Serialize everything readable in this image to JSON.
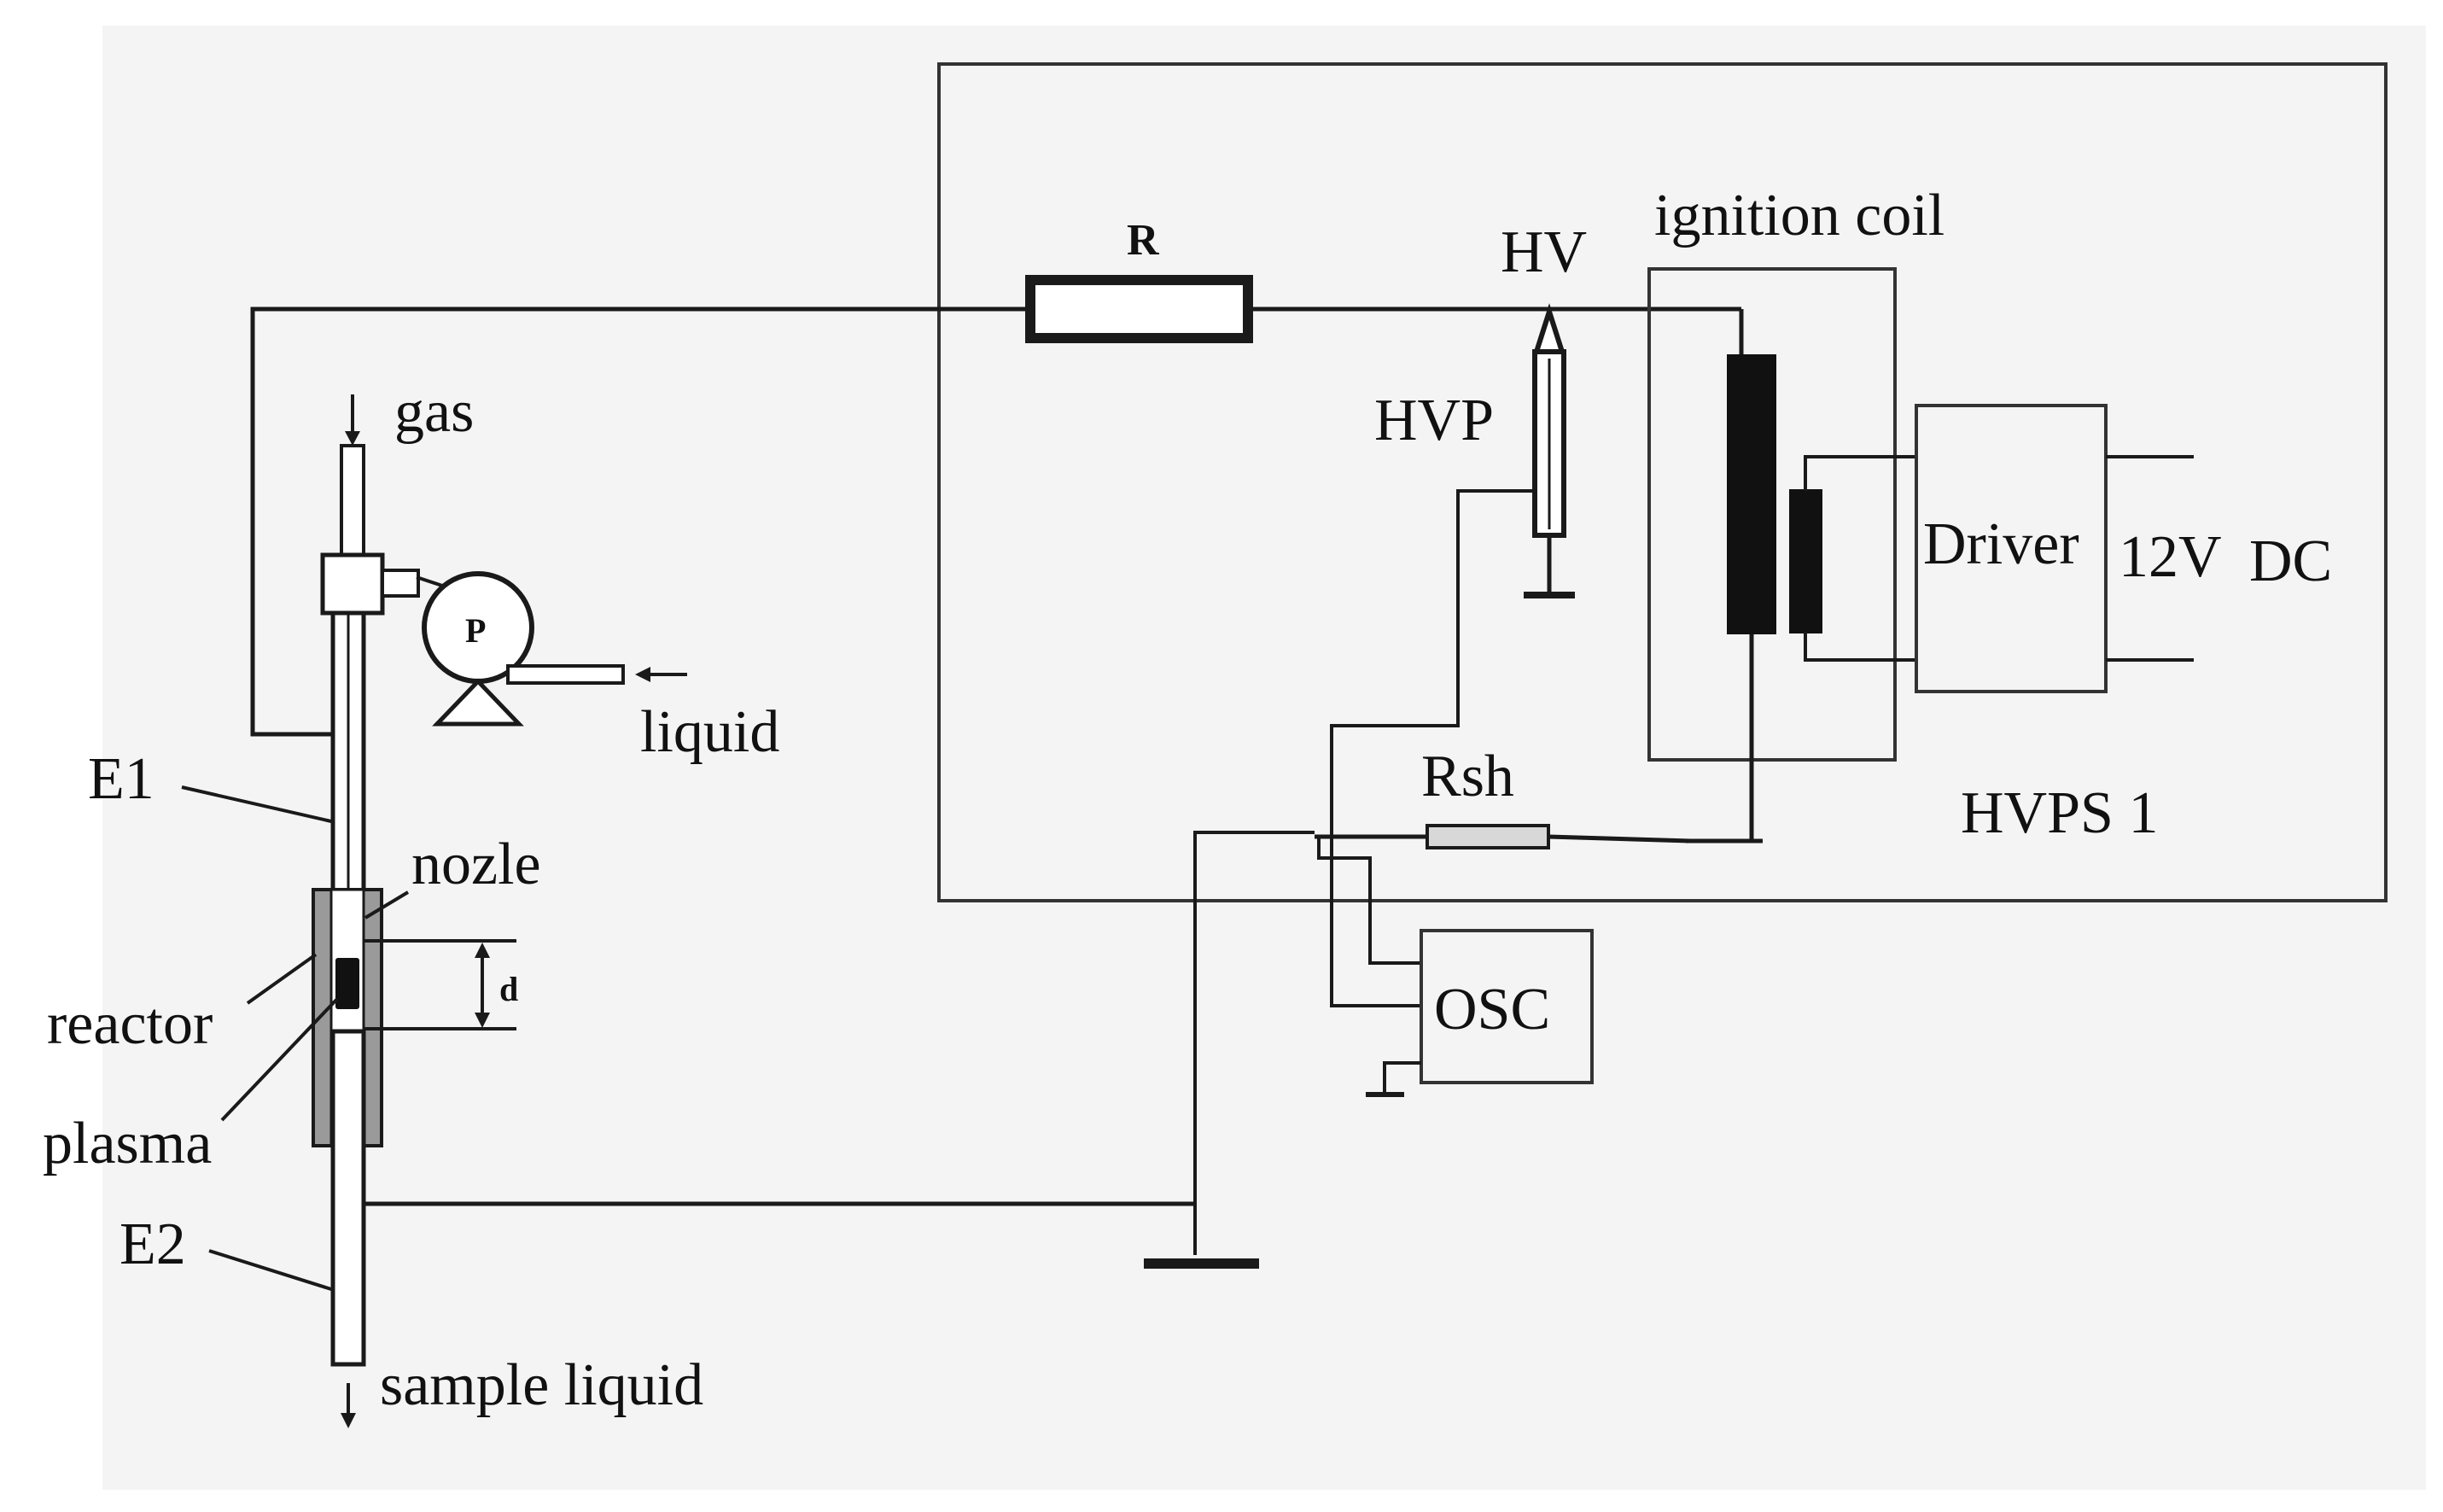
{
  "labels": {
    "resistor": "R",
    "hv": "HV",
    "ignition_coil": "ignition coil",
    "hvp": "HVP",
    "gas": "gas",
    "pump": "P",
    "liquid": "liquid",
    "driver": "Driver",
    "supply_12v": "12V",
    "supply_dc": "DC",
    "e1": "E1",
    "nozzle": "nozle",
    "rsh": "Rsh",
    "hvps": "HVPS 1",
    "reactor": "reactor",
    "gap_d": "d",
    "osc": "OSC",
    "plasma": "plasma",
    "e2": "E2",
    "sample_liquid": "sample liquid"
  },
  "colors": {
    "background": "#ffffff",
    "panel": "#f4f4f4",
    "line": "#1a1a1a",
    "reactor_fill": "#9a9a9a",
    "plasma_fill": "#111111"
  }
}
